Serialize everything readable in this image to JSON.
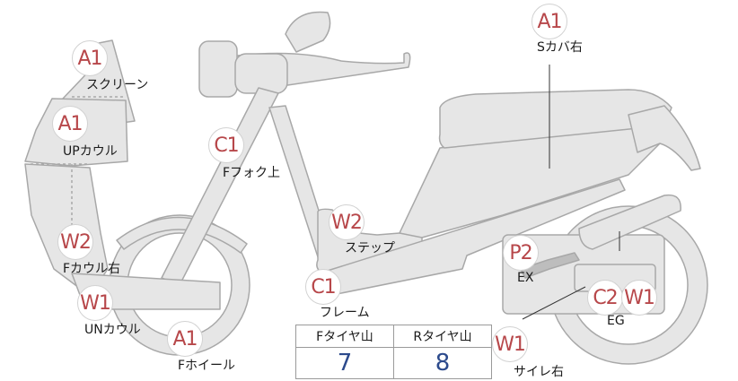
{
  "parts": {
    "screen": {
      "code": "A1",
      "label": "スクリーン"
    },
    "up_cowl": {
      "code": "A1",
      "label": "UPカウル"
    },
    "f_fork": {
      "code": "C1",
      "label": "Fフォク上"
    },
    "s_cover": {
      "code": "A1",
      "label": "Sカバ右"
    },
    "step": {
      "code": "W2",
      "label": "ステップ"
    },
    "f_cowl": {
      "code": "W2",
      "label": "Fカウル右"
    },
    "frame": {
      "code": "C1",
      "label": "フレーム"
    },
    "ex": {
      "code": "P2",
      "label": "EX"
    },
    "un_cowl": {
      "code": "W1",
      "label": "UNカウル"
    },
    "eg": {
      "code_1": "C2",
      "code_2": "W1",
      "label": "EG"
    },
    "f_wheel": {
      "code": "A1",
      "label": "Fホイール"
    },
    "side_stand": {
      "code": "W1",
      "label": "サイレ右"
    }
  },
  "tire_table": {
    "front_header": "Fタイヤ山",
    "rear_header": "Rタイヤ山",
    "front_value": "7",
    "rear_value": "8"
  },
  "colors": {
    "body_fill": "#e6e6e6",
    "outline": "#a8a8a8",
    "badge_text": "#b7474a",
    "value_text": "#2c4a8c"
  }
}
